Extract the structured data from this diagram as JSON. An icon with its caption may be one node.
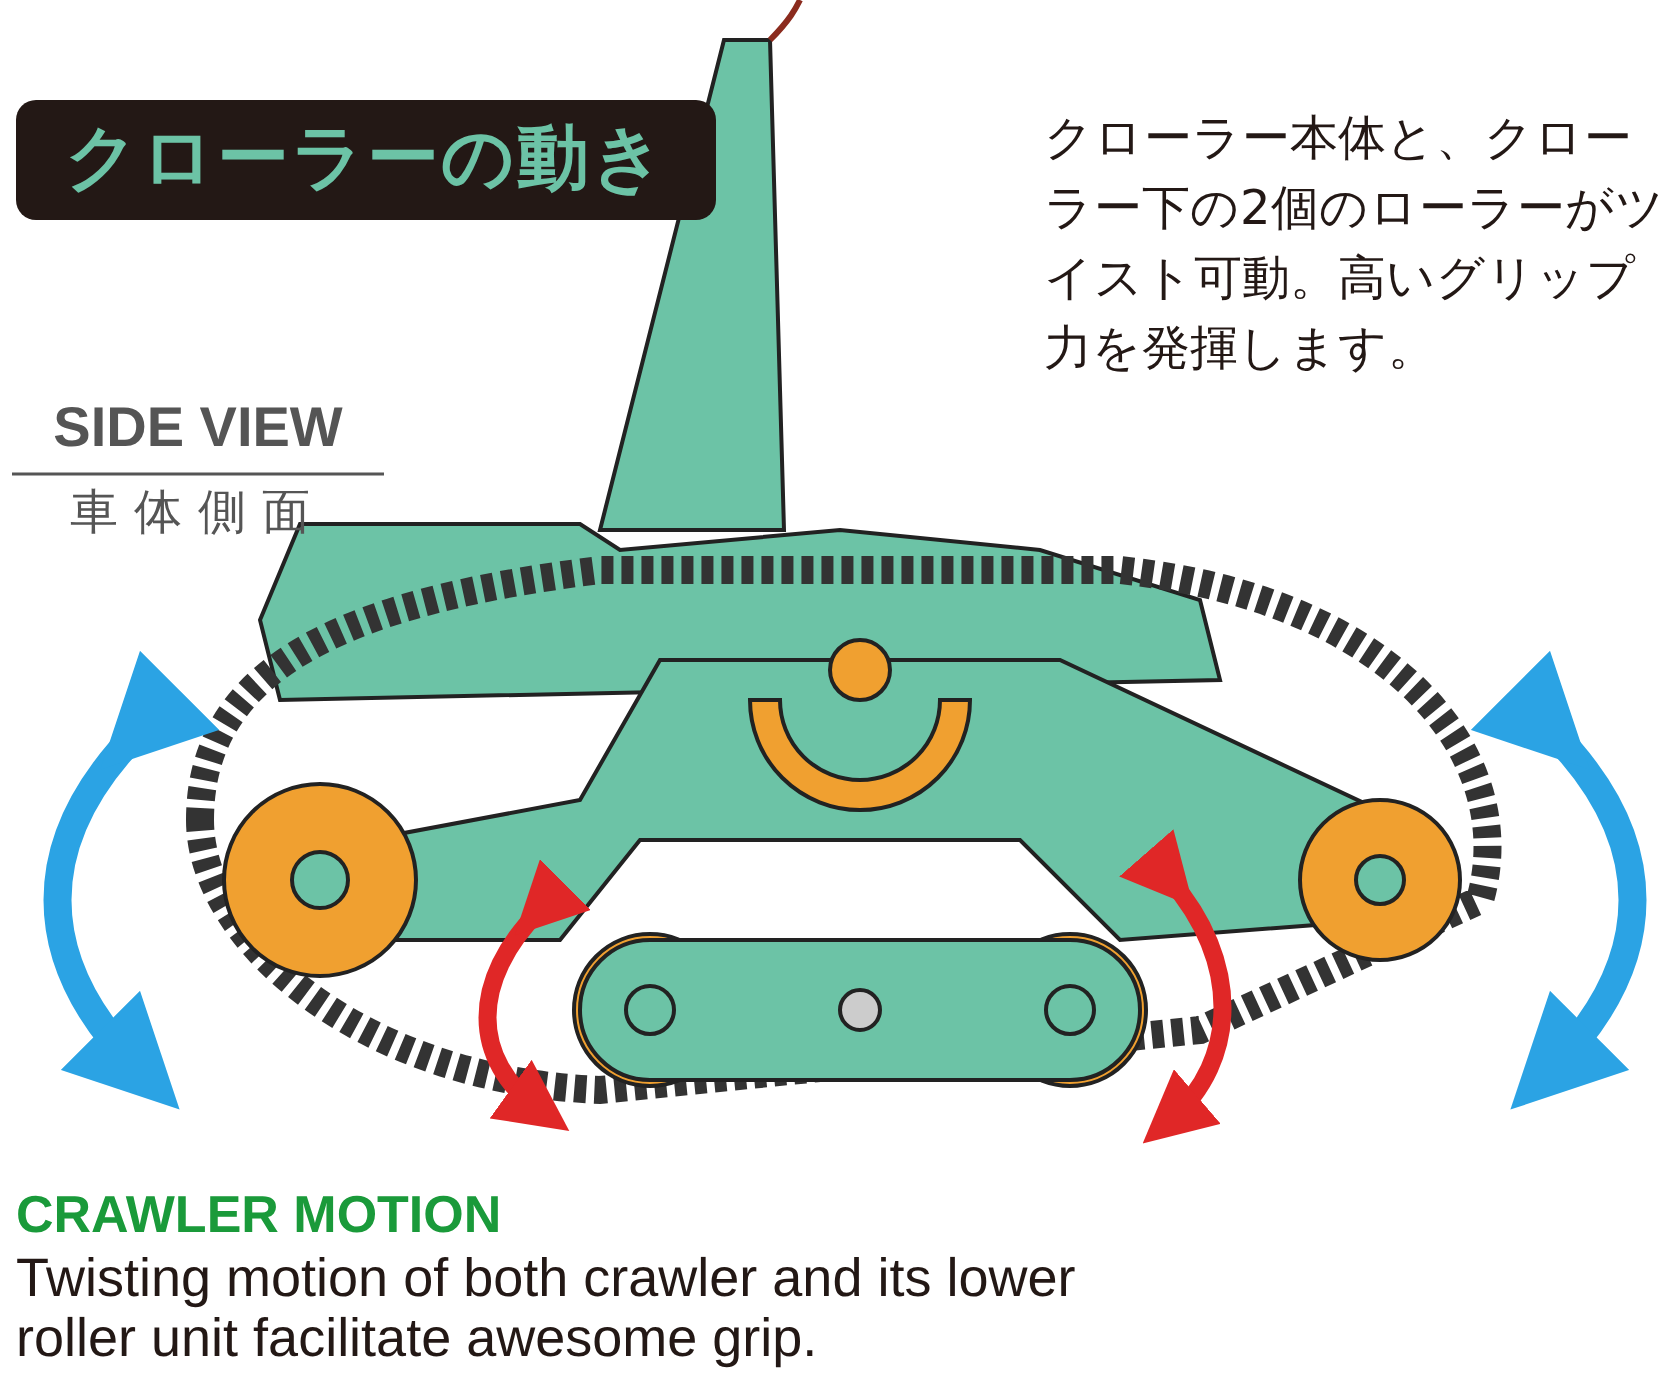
{
  "diagram": {
    "title": "クローラーの動き",
    "labels": [
      "クローラー本体と、クローラー下の2個のローラーがツイスト可動。高いグリップ力を発揮します。",
      "SIDE VIEW",
      "車体側面",
      "CRAWLER MOTION",
      "Twisting motion of both crawler and its lower roller unit facilitate awesome grip."
    ]
  }
}
